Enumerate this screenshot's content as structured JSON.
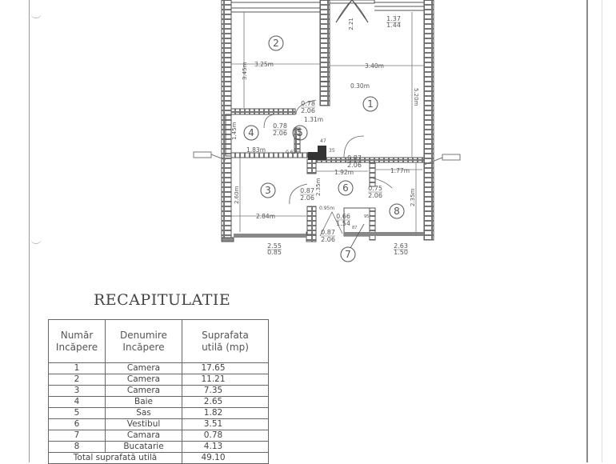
{
  "document": {
    "title": "RECAPITULATIE",
    "table": {
      "headers": {
        "number": [
          "Număr",
          "Incăpere"
        ],
        "name": [
          "Denumire",
          "Incăpere"
        ],
        "area": [
          "Suprafata",
          "utilă  (mp)"
        ]
      },
      "rows": [
        {
          "nr": "1",
          "name": "Camera",
          "area": "17.65"
        },
        {
          "nr": "2",
          "name": "Camera",
          "area": "11.21"
        },
        {
          "nr": "3",
          "name": "Camera",
          "area": "7.35"
        },
        {
          "nr": "4",
          "name": "Baie",
          "area": "2.65"
        },
        {
          "nr": "5",
          "name": "Sas",
          "area": "1.82"
        },
        {
          "nr": "6",
          "name": "Vestibul",
          "area": "3.51"
        },
        {
          "nr": "7",
          "name": "Camara",
          "area": "0.78"
        },
        {
          "nr": "8",
          "name": "Bucatarie",
          "area": "4.13"
        }
      ],
      "total_label": "Total  suprafată  utilă",
      "total_value": "49.10"
    }
  },
  "floor_plan": {
    "rooms": [
      {
        "id": "1",
        "label": "1"
      },
      {
        "id": "2",
        "label": "2"
      },
      {
        "id": "3",
        "label": "3"
      },
      {
        "id": "4",
        "label": "4"
      },
      {
        "id": "5",
        "label": "5"
      },
      {
        "id": "6",
        "label": "6"
      },
      {
        "id": "7",
        "label": "7"
      },
      {
        "id": "8",
        "label": "8"
      }
    ],
    "dimensions": {
      "room2_width": "3.25m",
      "room2_height": "3.45m",
      "room1_width": "3.40m",
      "room1_height": "5.20m",
      "wall_offset": "0.30m",
      "room5_width": "1.31m",
      "room4_width": "1.83m",
      "room4_height": "1.45m",
      "sas_width": "0.63m",
      "vestibul_width": "1.92m",
      "vestibul_height": "2.35m",
      "kitchen_width": "1.77m",
      "kitchen_height": "2.35m",
      "room3_width": "2.84m",
      "room3_height": "2.60m",
      "camara_width": "0.95m",
      "chimney_a": "47",
      "chimney_b": "35",
      "camara_dim_a": "87",
      "camara_dim_b": "95"
    },
    "doors": [
      {
        "w": "0.78",
        "h": "2.06"
      },
      {
        "w": "0.78",
        "h": "2.06"
      },
      {
        "w": "0.87",
        "h": "2.06"
      },
      {
        "w": "0.87",
        "h": "2.06"
      },
      {
        "w": "0.75",
        "h": "2.06"
      },
      {
        "w": "0.66",
        "h": "1.54"
      },
      {
        "w": "0.87",
        "h": "2.06"
      },
      {
        "w": "2.21",
        "h": "2.21"
      }
    ],
    "windows": [
      {
        "w": "1.37",
        "h": "1.44"
      },
      {
        "w": "2.55",
        "h": "0.85"
      },
      {
        "w": "2.63",
        "h": "1.50"
      }
    ]
  }
}
